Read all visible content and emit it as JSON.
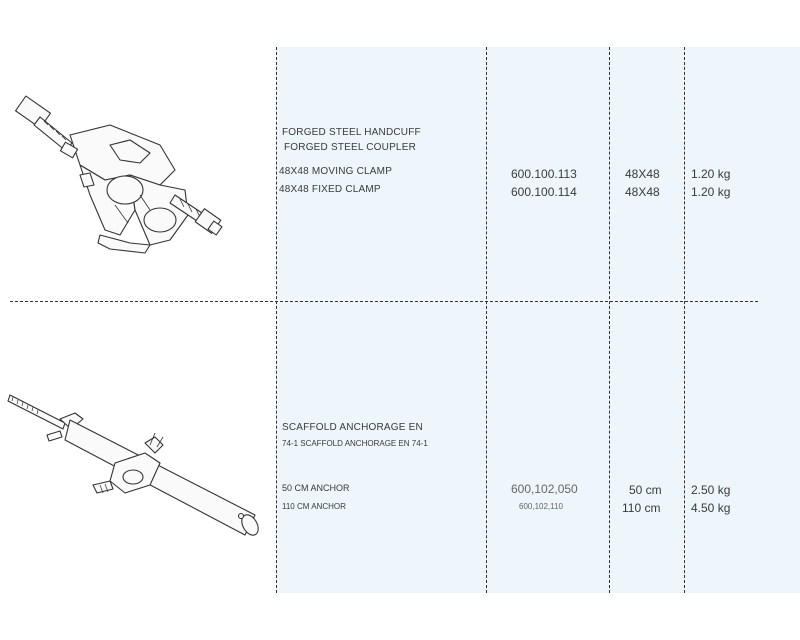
{
  "rows": [
    {
      "title_1": "FORGED STEEL HANDCUFF",
      "title_2": "FORGED STEEL COUPLER",
      "illustration": "forged-steel-coupler-drawing",
      "items": [
        {
          "name": "48X48 MOVING CLAMP",
          "code": "600.100.113",
          "size": "48X48",
          "weight": "1.20 kg"
        },
        {
          "name": "48X48 FIXED CLAMP",
          "code": "600.100.114",
          "size": "48X48",
          "weight": "1.20 kg"
        }
      ]
    },
    {
      "title_1": "SCAFFOLD ANCHORAGE EN",
      "title_2": "74-1 SCAFFOLD ANCHORAGE EN 74-1",
      "illustration": "scaffold-anchor-drawing",
      "items": [
        {
          "name": "50 CM ANCHOR",
          "code": "600,102,050",
          "size": "50 cm",
          "weight": "2.50 kg"
        },
        {
          "name": "110 CM ANCHOR",
          "code": "600,102,110",
          "size": "110 cm",
          "weight": "4.50 kg"
        }
      ]
    }
  ]
}
